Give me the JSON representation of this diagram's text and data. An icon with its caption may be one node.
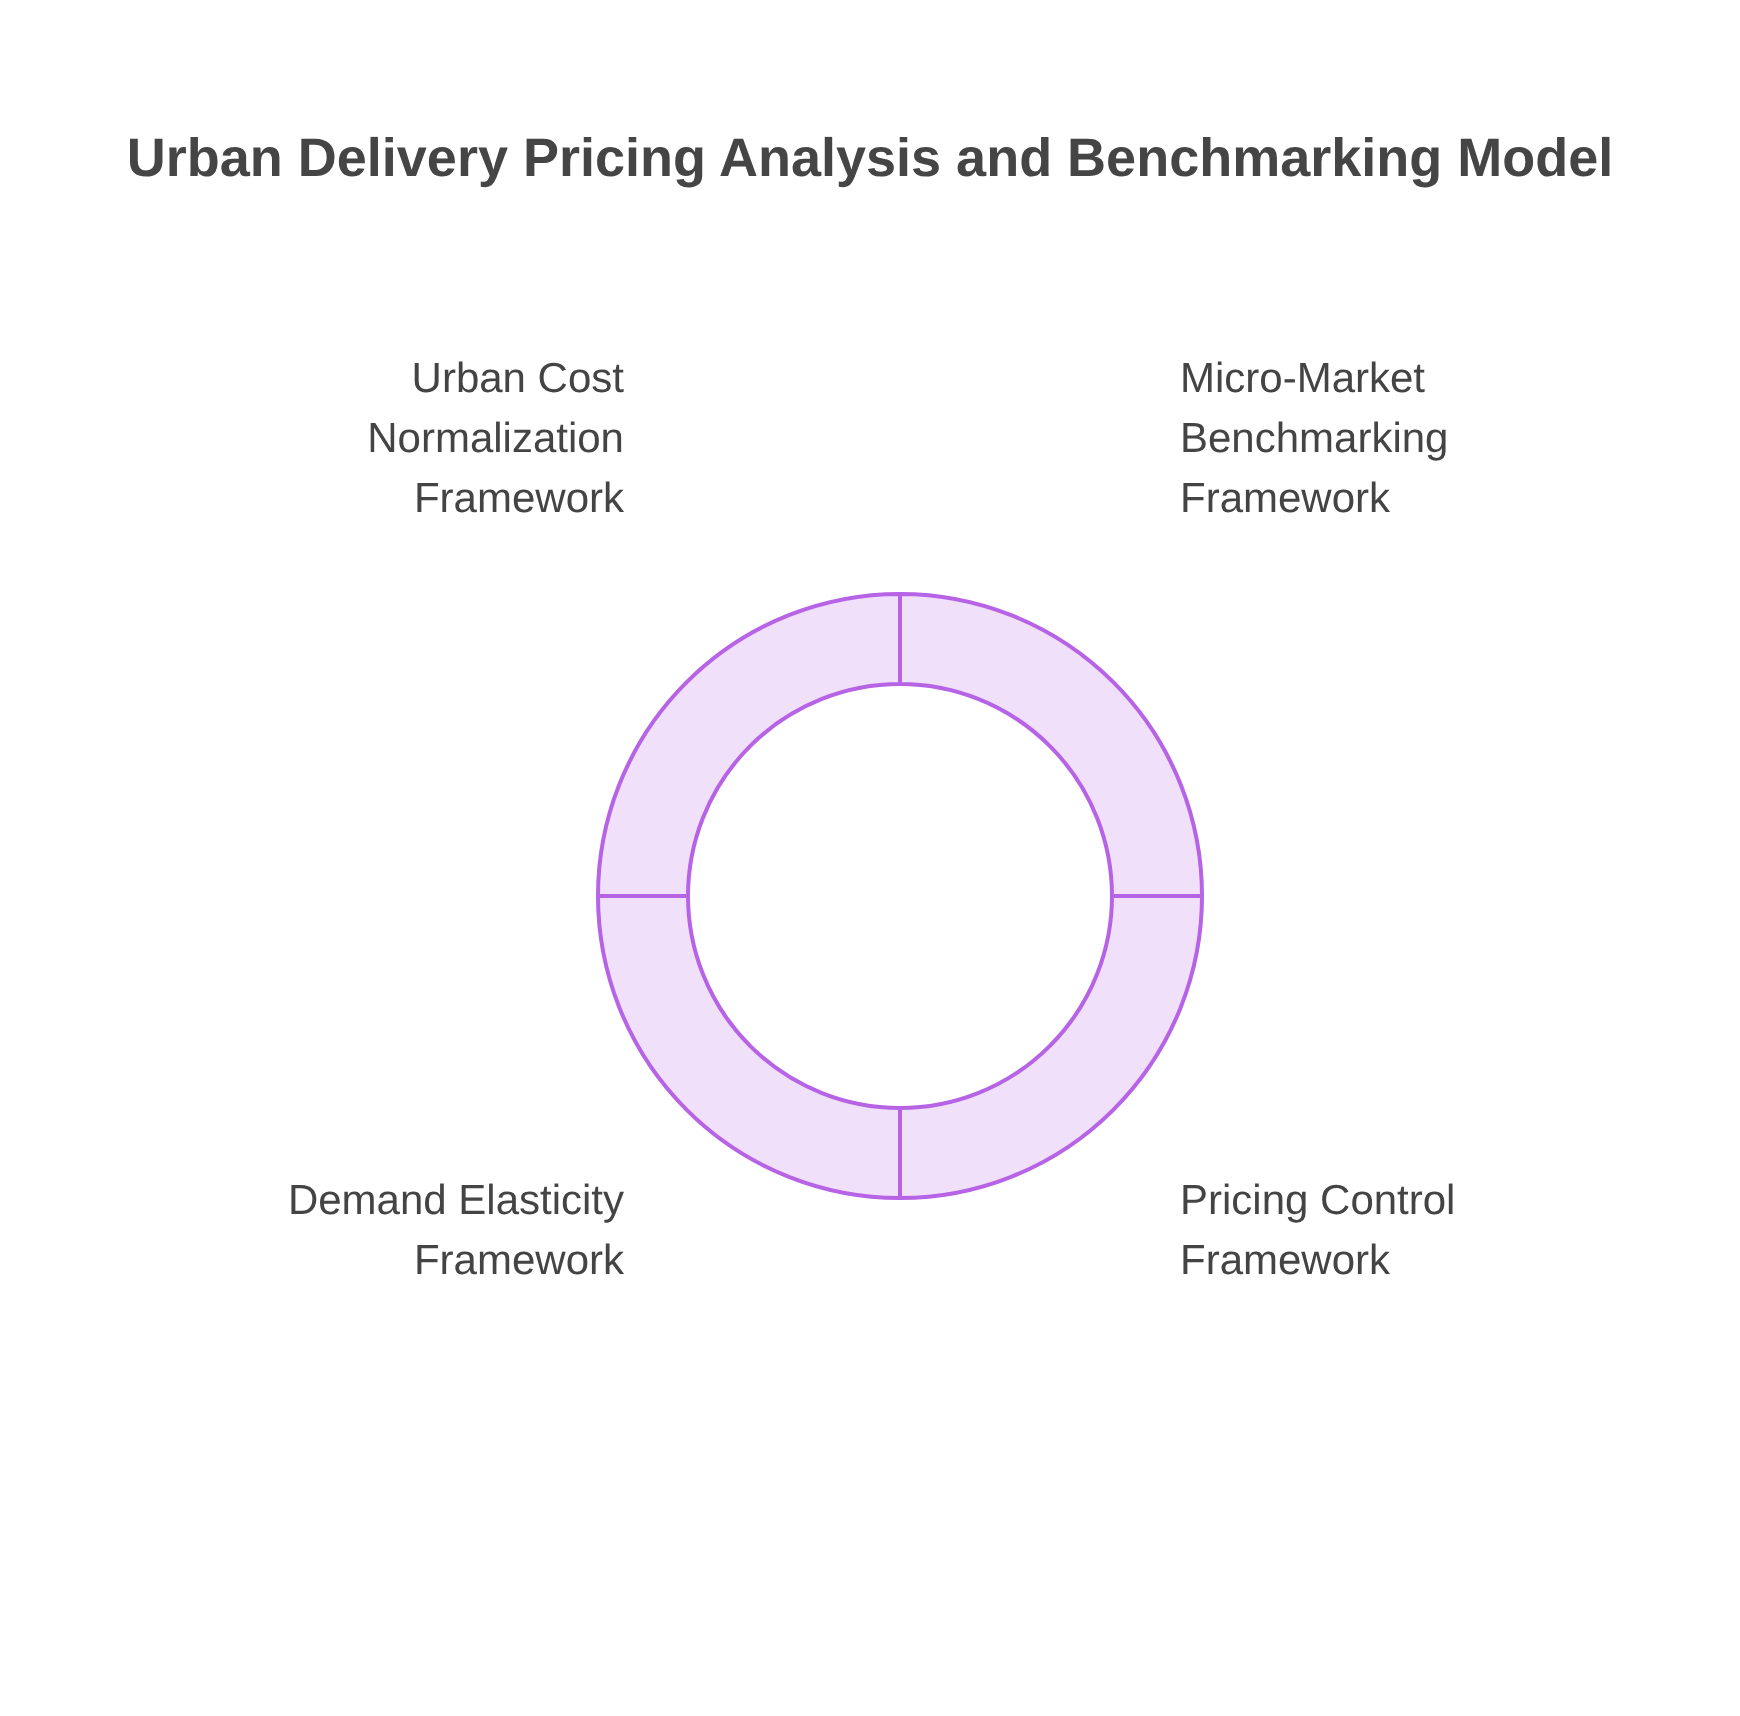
{
  "diagram": {
    "title": "Urban Delivery Pricing Analysis and Benchmarking Model",
    "nodes": [
      {
        "text": [
          "Urban Cost Normalization Framework"
        ]
      },
      {
        "text": [
          "Micro-Market Benchmarking Framework"
        ]
      },
      {
        "text": [
          "Demand Elasticity Framework"
        ]
      },
      {
        "text": [
          "Pricing Control Framework"
        ]
      }
    ],
    "edges": []
  }
}
